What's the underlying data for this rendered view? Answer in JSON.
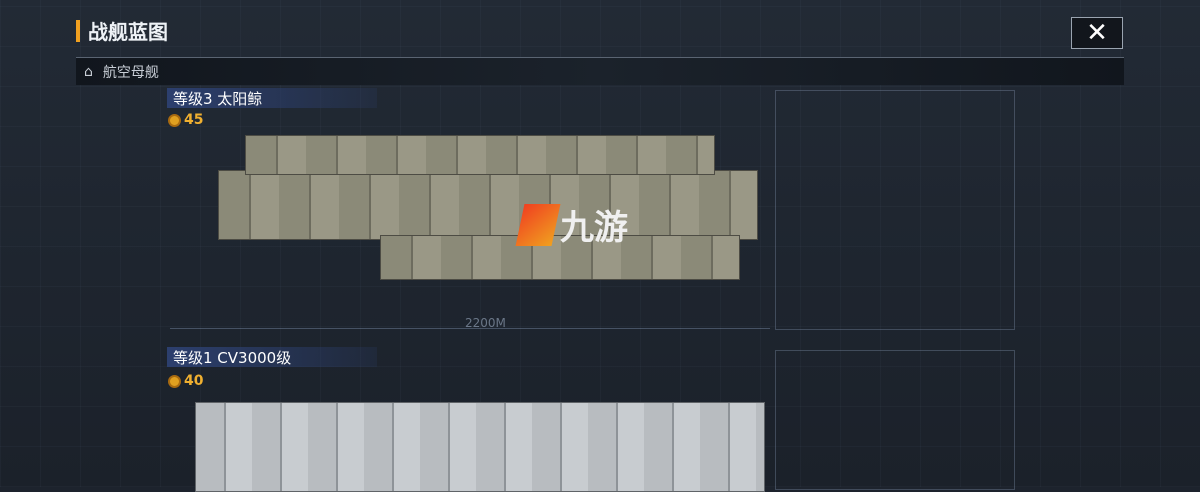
{
  "header": {
    "title": "战舰蓝图",
    "close_icon": "close-icon"
  },
  "category": {
    "label": "航空母舰",
    "icon": "ship-icon"
  },
  "blueprints": [
    {
      "level": "等级3 太阳鲸",
      "cost": "45"
    },
    {
      "level": "等级1 CV3000级",
      "cost": "40"
    }
  ],
  "scale_label": "2200M",
  "watermark": "九游",
  "colors": {
    "accent": "#f0a020",
    "level_bg": "#2c3f6e"
  }
}
